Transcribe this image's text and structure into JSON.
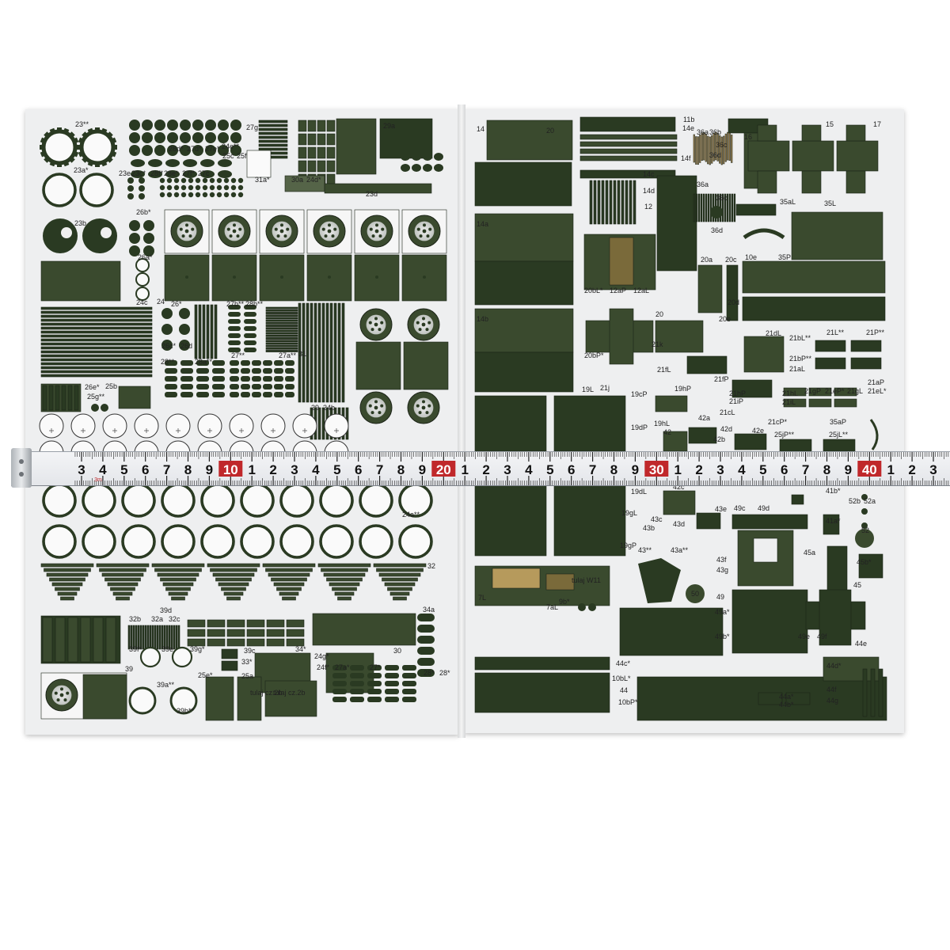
{
  "colors": {
    "part_dark": "#2a3a22",
    "part_mid": "#3a4a2e",
    "part_light": "#556448",
    "paper": "#eeeff0",
    "tape_red": "#c0282b"
  },
  "left_page_labels": [
    "23**",
    "23a*",
    "23e",
    "23c*",
    "28f*",
    "28e*",
    "27f*",
    "27c",
    "28d*",
    "27d*",
    "27e*",
    "24e**",
    "25c",
    "25f",
    "27g",
    "31a*",
    "30a",
    "24d*",
    "23d",
    "29a",
    "23b",
    "26b*",
    "26a*",
    "24c",
    "24",
    "26*",
    "27b**",
    "28b**",
    "26c*",
    "26d",
    "28**",
    "28a**",
    "27**",
    "27a**",
    "31",
    "26e*",
    "25b",
    "25g**",
    "29",
    "24b",
    "24a**",
    "32",
    "32b",
    "32a",
    "39d",
    "32c",
    "34a",
    "39f*",
    "39e",
    "39g*",
    "39c",
    "34*",
    "24g*",
    "30",
    "39",
    "25e*",
    "33*",
    "25a",
    "24f*",
    "27a*",
    "27*",
    "28*",
    "28*",
    "39a**",
    "39b**",
    "tulaj cz.2b",
    "tulaj cz.2b"
  ],
  "right_page_labels": [
    "14",
    "20",
    "11b",
    "14e",
    "36a",
    "36b",
    "36c",
    "36d",
    "14f",
    "16",
    "15",
    "17",
    "14a",
    "14c",
    "14d",
    "12",
    "36a",
    "36c",
    "36d",
    "35aL",
    "35L",
    "20a",
    "20c",
    "10e",
    "35P",
    "20bL*",
    "12aP",
    "12aL",
    "20",
    "20d",
    "20e",
    "14b",
    "20bP*",
    "21k",
    "21fL",
    "21fP",
    "21dL",
    "21bL**",
    "21L**",
    "21P**",
    "21bP**",
    "21aL",
    "21aP",
    "19L",
    "21j",
    "19cP",
    "19hP",
    "21hP",
    "21iP",
    "21hL",
    "21iL",
    "21gP",
    "21eP*",
    "21gL",
    "21eL*",
    "19dP",
    "19hL",
    "42a",
    "21cL",
    "21cP*",
    "35aP",
    "42",
    "42d",
    "42b",
    "42e",
    "25jP**",
    "25jL**",
    "19dL",
    "42c",
    "43e",
    "49c",
    "49d",
    "41b*",
    "52b",
    "52a",
    "19gL",
    "19gP",
    "43c",
    "43d",
    "43b",
    "43a**",
    "43**",
    "41a*",
    "52",
    "45a",
    "45b*",
    "45",
    "43f",
    "43g",
    "49",
    "49a*",
    "49b*",
    "7L",
    "7aL",
    "9b*",
    "tulaj W11",
    "50",
    "49e",
    "49f",
    "44e",
    "44c*",
    "10bL*",
    "44",
    "10bP*",
    "44d*",
    "44f",
    "44g",
    "44a*",
    "44b*"
  ],
  "tape": {
    "units": "3m",
    "numbers": [
      "3",
      "4",
      "5",
      "6",
      "7",
      "8",
      "9",
      "10",
      "1",
      "2",
      "3",
      "4",
      "5",
      "6",
      "7",
      "8",
      "9",
      "20",
      "1",
      "2",
      "3",
      "4",
      "5",
      "6",
      "7",
      "8",
      "9",
      "30",
      "1",
      "2",
      "3",
      "4",
      "5",
      "6",
      "7",
      "8",
      "9",
      "40",
      "1",
      "2",
      "3",
      "4"
    ],
    "highlighted": [
      "10",
      "20",
      "30",
      "40"
    ]
  }
}
